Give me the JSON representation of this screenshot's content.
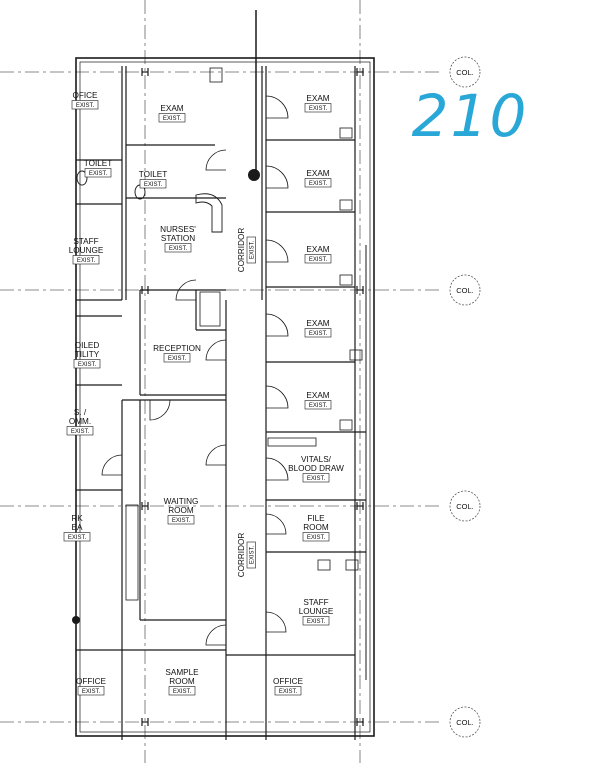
{
  "handwritten_note": "210",
  "colors": {
    "ink": "#1a1a1a",
    "handwriting": "#29a8d8",
    "paper": "#ffffff"
  },
  "column_marker": "COL.",
  "exist_tag": "EXIST.",
  "rooms": [
    {
      "id": "ofice-top",
      "lines": [
        "OFICE"
      ]
    },
    {
      "id": "exam-1",
      "lines": [
        "EXAM"
      ]
    },
    {
      "id": "exam-2",
      "lines": [
        "EXAM"
      ]
    },
    {
      "id": "toilet-left",
      "lines": [
        "TOILET"
      ]
    },
    {
      "id": "toilet-right",
      "lines": [
        "TOILET"
      ]
    },
    {
      "id": "exam-3",
      "lines": [
        "EXAM"
      ]
    },
    {
      "id": "staff-lounge-partial",
      "lines": [
        "STAFF",
        "LOUNGE"
      ]
    },
    {
      "id": "nurses-station",
      "lines": [
        "NURSES'",
        "STATION"
      ]
    },
    {
      "id": "exam-4",
      "lines": [
        "EXAM"
      ]
    },
    {
      "id": "soiled-utility",
      "lines": [
        "OILED",
        "TILITY"
      ]
    },
    {
      "id": "reception",
      "lines": [
        "RECEPTION"
      ]
    },
    {
      "id": "exam-5",
      "lines": [
        "EXAM"
      ]
    },
    {
      "id": "exam-6",
      "lines": [
        "EXAM"
      ]
    },
    {
      "id": "elec-comm",
      "lines": [
        "S. /",
        "OMM."
      ]
    },
    {
      "id": "vitals",
      "lines": [
        "VITALS/",
        "BLOOD DRAW"
      ]
    },
    {
      "id": "waiting-room",
      "lines": [
        "WAITING",
        "ROOM"
      ]
    },
    {
      "id": "file-room",
      "lines": [
        "FILE",
        "ROOM"
      ]
    },
    {
      "id": "work-area",
      "lines": [
        "RK",
        "EA"
      ]
    },
    {
      "id": "staff-lounge",
      "lines": [
        "STAFF",
        "LOUNGE"
      ]
    },
    {
      "id": "sample-room",
      "lines": [
        "SAMPLE",
        "ROOM"
      ]
    },
    {
      "id": "office-bottom-left",
      "lines": [
        "OFFICE"
      ]
    },
    {
      "id": "office-bottom-right",
      "lines": [
        "OFFICE"
      ]
    }
  ],
  "corridors": [
    {
      "id": "corridor-upper",
      "label": "CORRIDOR"
    },
    {
      "id": "corridor-lower",
      "label": "CORRIDOR"
    }
  ]
}
